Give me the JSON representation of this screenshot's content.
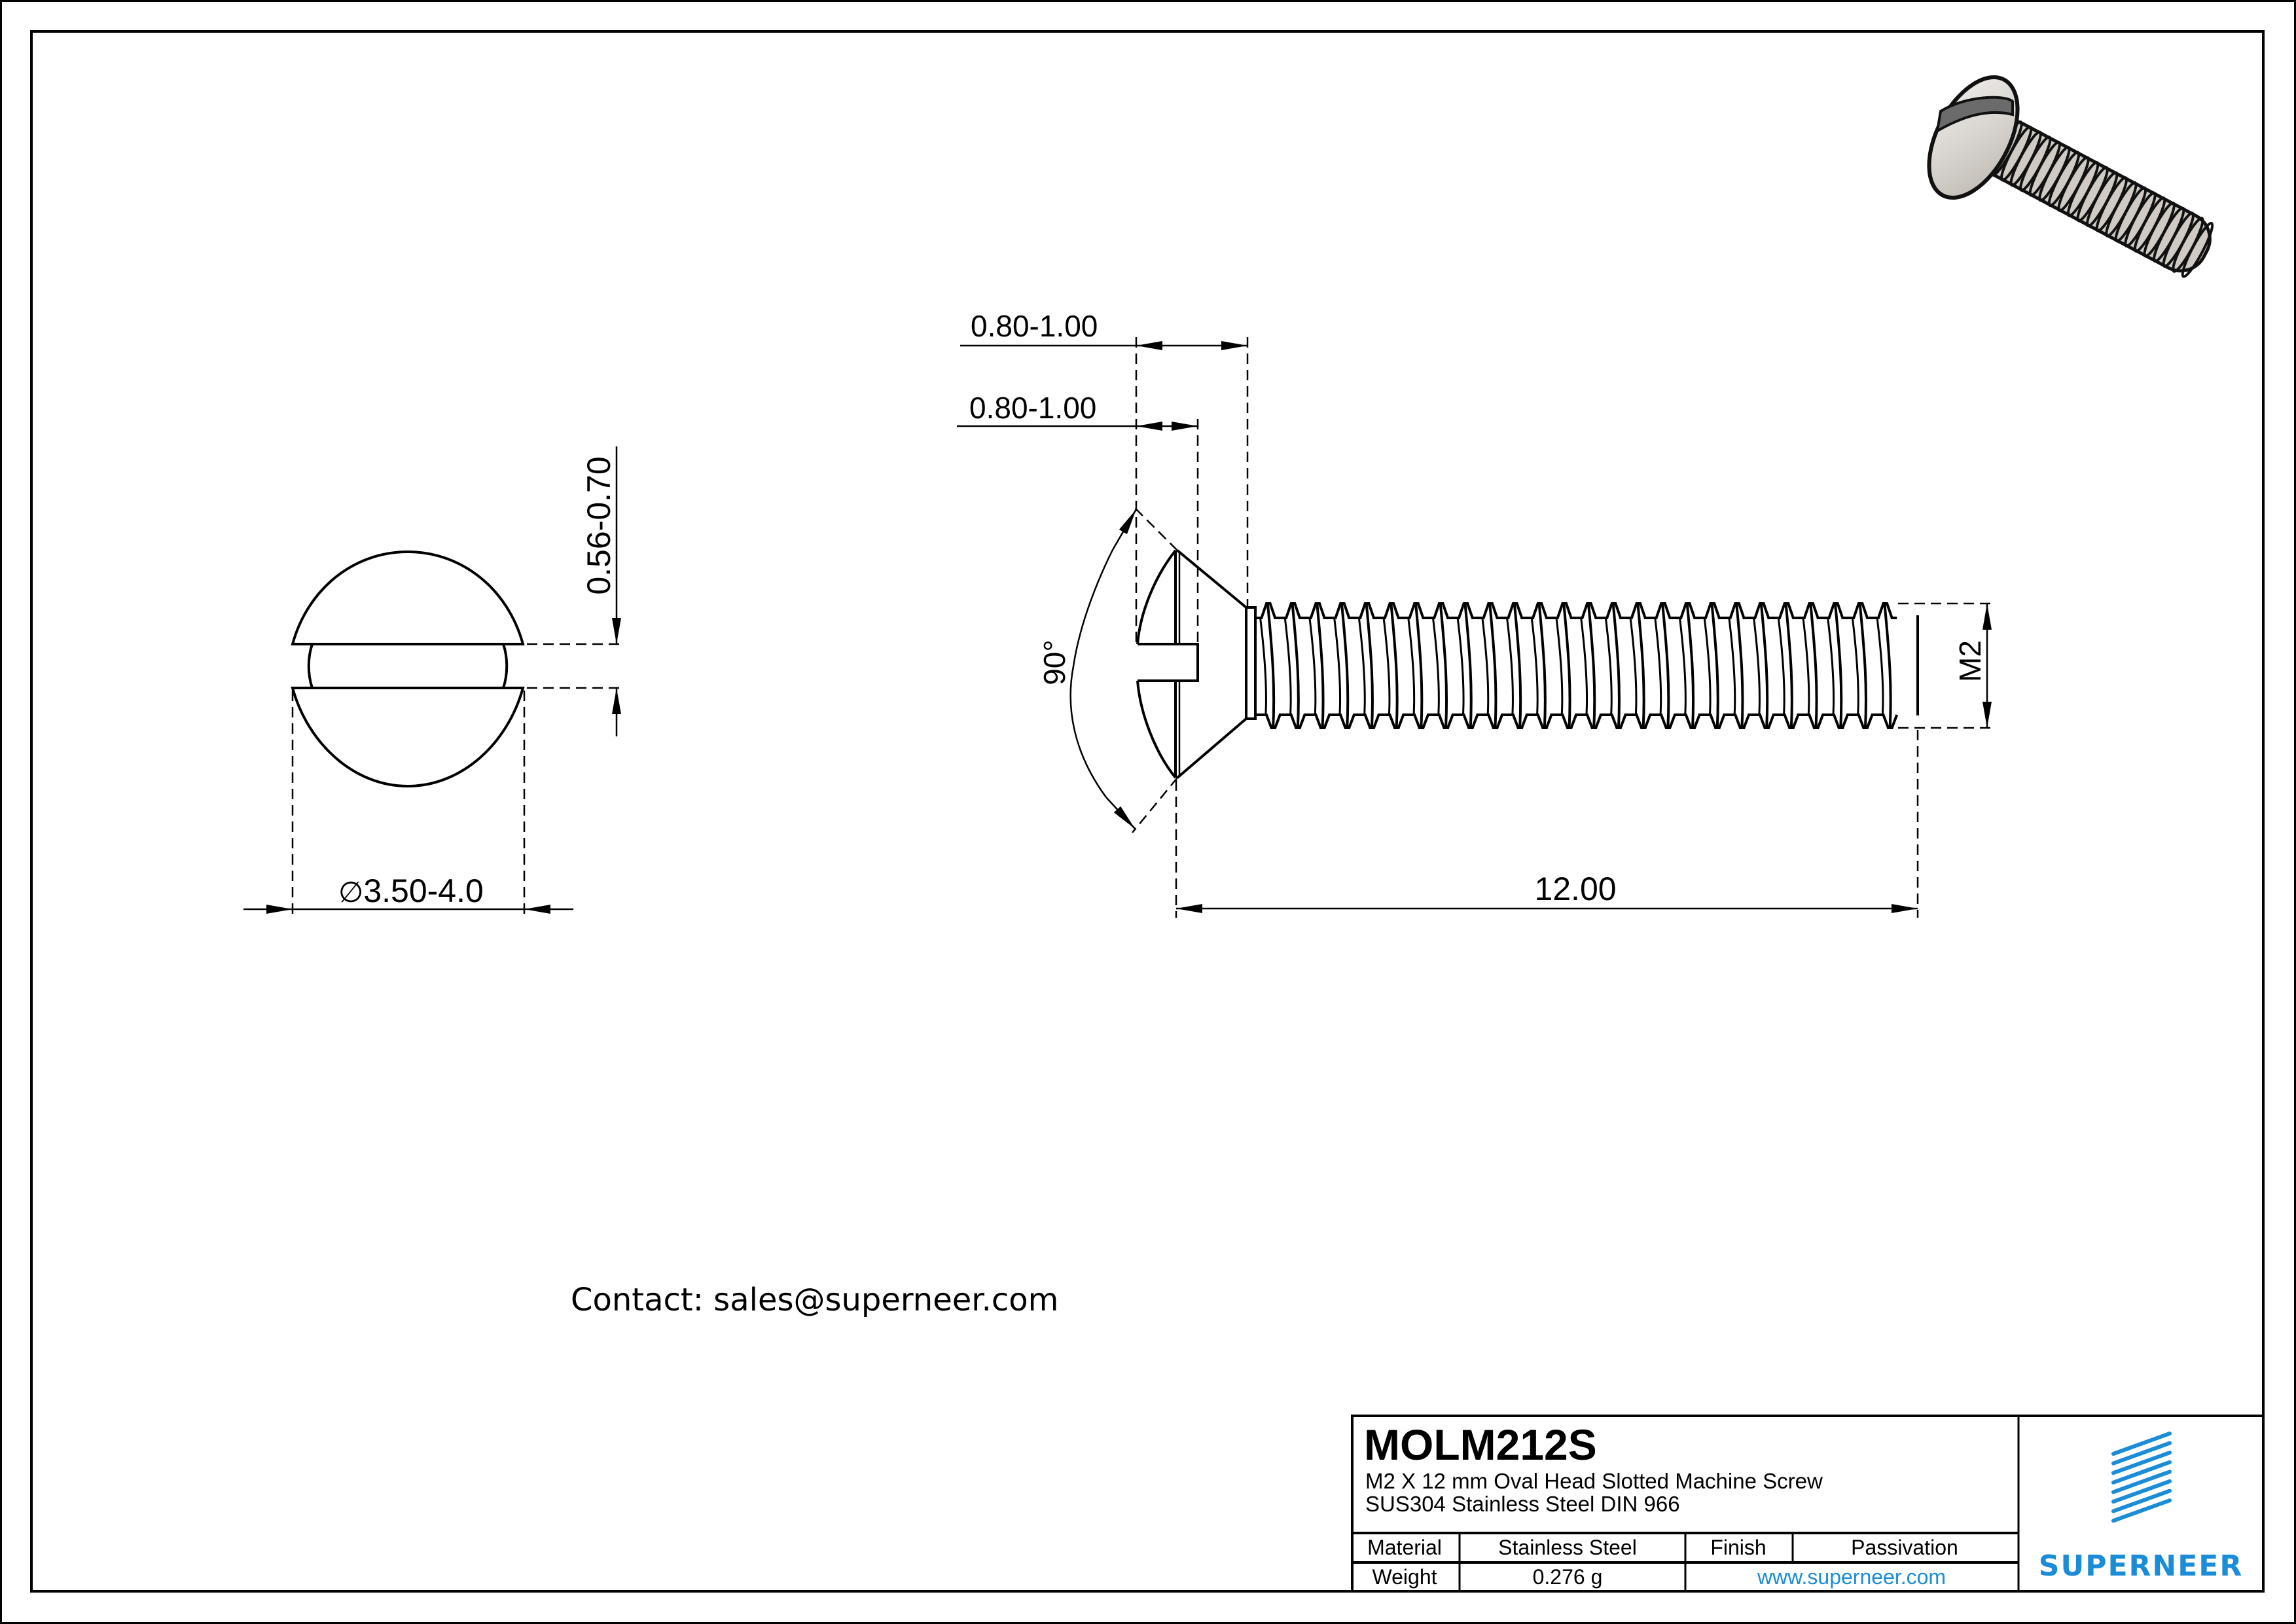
{
  "drawing": {
    "part_number": "MOLM212S",
    "description_line1": "M2 X 12 mm  Oval Head Slotted Machine Screw",
    "description_line2": "SUS304 Stainless Steel DIN 966",
    "contact": "Contact: sales@superneer.com"
  },
  "dimensions": {
    "head_top_view": {
      "slot_width": "0.56-0.70",
      "head_diameter_symbol": "∅",
      "head_diameter": "3.50-4.0"
    },
    "side_view": {
      "head_height": "0.80-1.00",
      "slot_depth": "0.80-1.00",
      "countersink_angle": "90°",
      "thread_size": "M2",
      "length": "12.00"
    }
  },
  "title_block": {
    "rows": [
      {
        "label1": "Material",
        "value1": "Stainless Steel",
        "label2": "Finish",
        "value2": "Passivation"
      },
      {
        "label1": "Weight",
        "value1": "0.276 g",
        "link": "www.superneer.com"
      }
    ],
    "logo": {
      "icon": "striped-parallelogram-logo",
      "text": "SUPERNEER",
      "color": "#1a8cd8"
    }
  },
  "colors": {
    "line": "#000000",
    "brand": "#1a8cd8",
    "link": "#1a8cd8",
    "screw_fill_3d": "#d8d4cf"
  }
}
